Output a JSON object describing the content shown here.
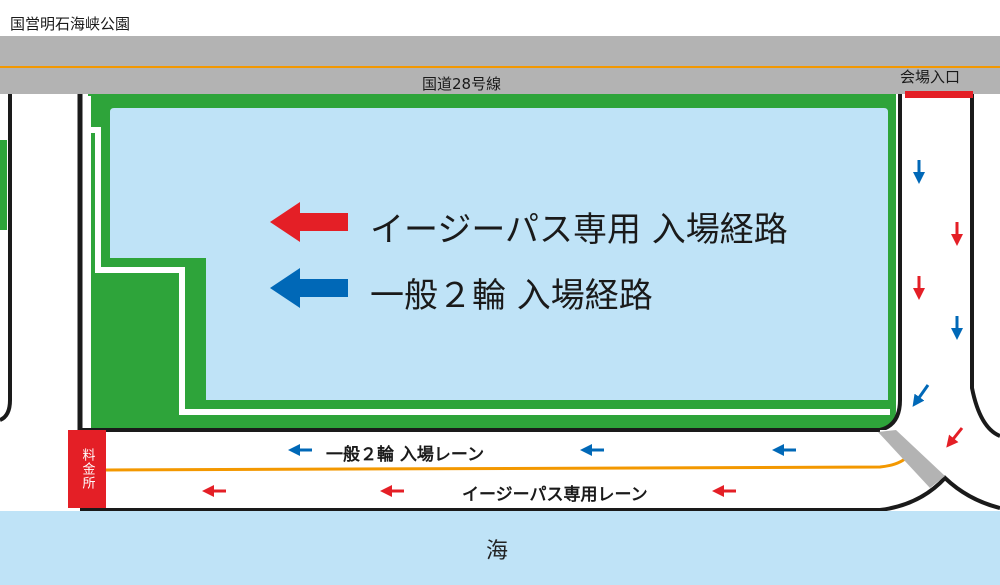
{
  "map": {
    "park_name": "国営明石海峡公園",
    "road_name": "国道28号線",
    "entrance_label": "会場入口",
    "toll_booth_label": "料金所",
    "sea_label": "海"
  },
  "legend": {
    "easy_pass_route": "イージーパス専用 入場経路",
    "general_route": "一般２輪 入場経路"
  },
  "lanes": {
    "general_lane": "一般２輪 入場レーン",
    "easy_pass_lane": "イージーパス専用レーン"
  },
  "colors": {
    "easy_pass": "#e41f26",
    "general": "#0068b7",
    "road": "#b3b3b3",
    "centerline": "#f39800",
    "grass": "#2ea43a",
    "water": "#bfe3f7",
    "road_border": "#1a1a1a"
  },
  "icons": {
    "easy_pass_arrow": "arrow-left-icon",
    "general_arrow": "arrow-left-icon",
    "lane_arrow": "small-arrow-icon"
  }
}
